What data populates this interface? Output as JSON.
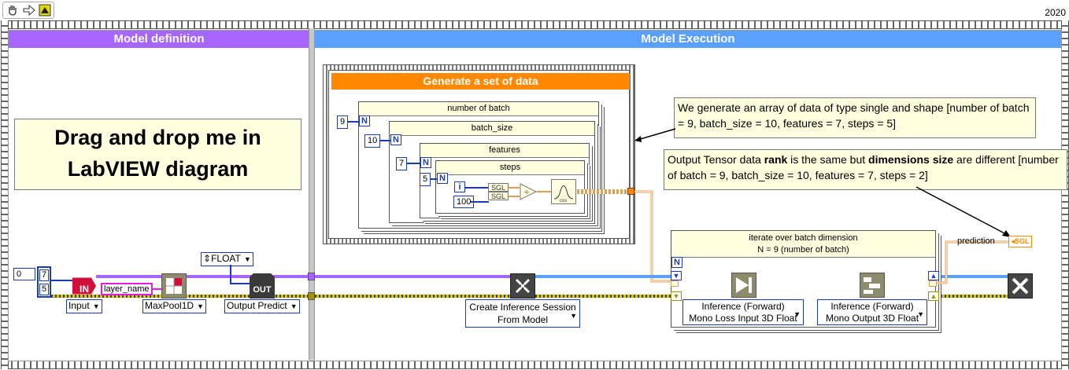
{
  "toolbar": {
    "icons": [
      "hand-icon",
      "arrow-icon",
      "run-highlight-icon"
    ],
    "version": "2020"
  },
  "panes": {
    "model_definition": {
      "title": "Model definition",
      "color": "#a666ff"
    },
    "model_execution": {
      "title": "Model Execution",
      "color": "#5aa0ff"
    }
  },
  "drag_box": {
    "line1": "Drag and drop me in",
    "line2": "LabVIEW diagram"
  },
  "generate": {
    "title": "Generate a set of data",
    "color": "#ff8800"
  },
  "loops": {
    "number_of_batch": {
      "label": "number of batch",
      "n": "9"
    },
    "batch_size": {
      "label": "batch_size",
      "n": "10"
    },
    "features": {
      "label": "features",
      "n": "7"
    },
    "steps": {
      "label": "steps",
      "n": "5"
    }
  },
  "generator": {
    "i_label": "i",
    "const": "100",
    "sgl1": "SGL",
    "sgl2": "SGL",
    "cos": "cos"
  },
  "notes": {
    "note1": "We generate an array of data of type single and shape [number of batch = 9, batch_size = 10, features = 7, steps = 5]",
    "note2_a": "Output Tensor data ",
    "note2_rank": "rank",
    "note2_b": " is the same but ",
    "note2_dims": "dimensions size",
    "note2_c": " are different [number of batch = 9, batch_size = 10, features = 7, steps = 2]"
  },
  "model_def": {
    "array_consts": {
      "index": "0",
      "v1": "7",
      "v2": "5"
    },
    "in_label": "IN",
    "layer_name": "layer_name",
    "out_label": "OUT",
    "float_ring": "FLOAT",
    "input_ring": "Input",
    "maxpool_ring": "MaxPool1D",
    "output_ring": "Output Predict"
  },
  "execution": {
    "create_session_line1": "Create Inference Session",
    "create_session_line2": "From Model",
    "iterate_label_line1": "iterate over batch dimension",
    "iterate_label_line2": "N = 9 (number of batch)",
    "n_label": "N",
    "inference1_line1": "Inference (Forward)",
    "inference1_line2": "Mono Loss Input 3D Float",
    "inference2_line1": "Inference (Forward)",
    "inference2_line2": "Mono Output 3D Float",
    "prediction_label": "prediction",
    "prediction_term": "SGL"
  }
}
